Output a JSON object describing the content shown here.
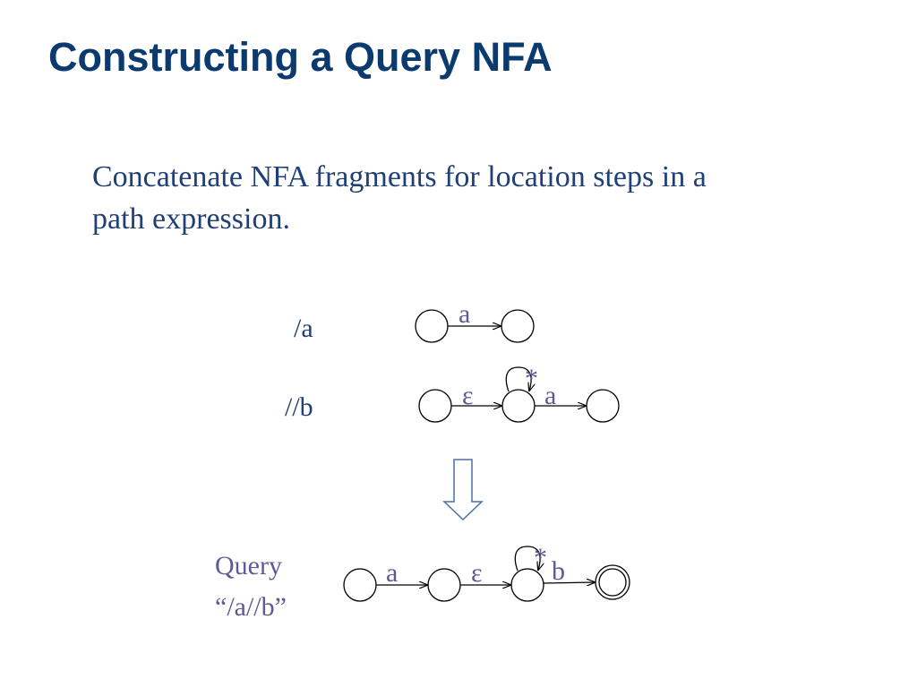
{
  "slide": {
    "title": "Constructing a Query NFA",
    "body_lines": [
      "Concatenate NFA fragments for location steps in a",
      "path expression."
    ]
  },
  "diagram": {
    "step_a": {
      "label": "/a",
      "edges": [
        {
          "label": "a"
        }
      ]
    },
    "step_b": {
      "label": "//b",
      "edges": [
        {
          "label": "ε"
        },
        {
          "label": "a"
        }
      ],
      "self_loop_label": "*"
    },
    "query": {
      "label_line1": "Query",
      "label_line2": "“/a//b”",
      "edges": [
        {
          "label": "a"
        },
        {
          "label": "ε"
        },
        {
          "label": "b"
        }
      ],
      "self_loop_label": "*"
    },
    "colors": {
      "title": "#0b3a6e",
      "body_text": "#1f3f75",
      "edge_label": "#5b5b95",
      "arrow_outline": "#4a6fa5"
    }
  }
}
